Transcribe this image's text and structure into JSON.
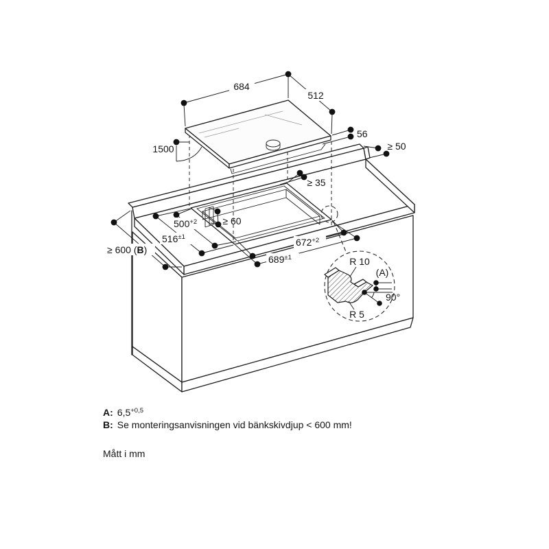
{
  "colors": {
    "line": "#1e1e1e",
    "background": "#ffffff"
  },
  "dims": {
    "hob_width": {
      "value": "684"
    },
    "hob_depth": {
      "value": "512"
    },
    "hob_height": {
      "value": "56"
    },
    "cable_length": {
      "value": "1500"
    },
    "right_clearance": {
      "value": "≥ 50"
    },
    "rear_clearance": {
      "value": "≥ 35"
    },
    "cutout_depth": {
      "value": "500",
      "tol": "+2"
    },
    "inner_clearance": {
      "value": "≥ 60"
    },
    "facet_depth": {
      "value": "516",
      "tol": "±1"
    },
    "cutout_width": {
      "value": "672",
      "tol": "+2"
    },
    "facet_width": {
      "value": "689",
      "tol": "±1"
    },
    "worktop_depth": {
      "prefix": "≥ 600 (",
      "ref": "B",
      "suffix": ")"
    }
  },
  "detail": {
    "radius_top": "R 10",
    "ref_a": "(A)",
    "angle": "90°",
    "radius_bottom": "R 5"
  },
  "notes": {
    "a_label": "A:",
    "a_value": "6,5",
    "a_tol": "+0,5",
    "b_label": "B:",
    "b_text": "Se monteringsanvisningen vid bänkskivdjup < 600 mm!",
    "units": "Mått i mm"
  }
}
